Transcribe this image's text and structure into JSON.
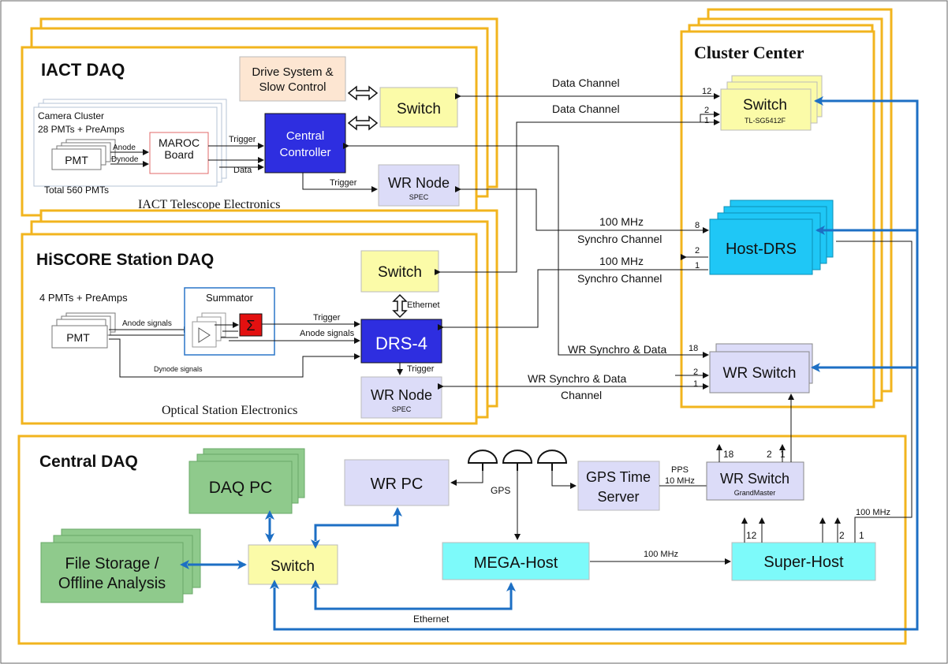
{
  "sections": {
    "iact": {
      "title": "IACT DAQ",
      "footer": "IACT Telescope Electronics"
    },
    "hiscore": {
      "title": "HiSCORE Station DAQ",
      "footer": "Optical Station  Electronics"
    },
    "central": {
      "title": "Central DAQ"
    },
    "cluster": {
      "title": "Cluster Center"
    }
  },
  "iact": {
    "camera_cluster_line1": "Camera Cluster",
    "camera_cluster_line2": "28 PMTs + PreAmps",
    "pmt": "PMT",
    "total_pmts": "Total 560 PMTs",
    "anode": "Anode",
    "dynode": "Dynode",
    "maroc_line1": "MAROC",
    "maroc_line2": "Board",
    "trigger_out": "Trigger",
    "data_out": "Data",
    "controller_line1": "Central",
    "controller_line2": "Controller",
    "drive_line1": "Drive System &",
    "drive_line2": "Slow Control",
    "switch": "Switch",
    "wr_node": "WR Node",
    "wr_node_sub": "SPEC",
    "trigger_to_wr": "Trigger"
  },
  "hiscore": {
    "pmts_label": "4 PMTs + PreAmps",
    "pmt": "PMT",
    "summator": "Summator",
    "sigma": "Σ",
    "anode_signals": "Anode signals",
    "dynode_signals": "Dynode signals",
    "trigger": "Trigger",
    "anode_signals_2": "Anode signals",
    "drs4": "DRS-4",
    "switch": "Switch",
    "ethernet": "Ethernet",
    "trigger_down": "Trigger",
    "wr_node": "WR Node",
    "wr_node_sub": "SPEC"
  },
  "cluster": {
    "switch": "Switch",
    "switch_sub": "TL-SG5412F",
    "host_drs": "Host-DRS",
    "wr_switch": "WR Switch",
    "port_12": "12",
    "port_2a": "2",
    "port_1a": "1",
    "port_8": "8",
    "port_2b": "2",
    "port_1b": "1",
    "port_18": "18",
    "port_2c": "2",
    "port_1c": "1"
  },
  "channels": {
    "data1": "Data Channel",
    "data2": "Data Channel",
    "sync1_a": "100 MHz",
    "sync1_b": "Synchro Channel",
    "sync2_a": "100 MHz",
    "sync2_b": "Synchro Channel",
    "wr1": "WR Synchro & Data",
    "wr2_a": "WR Synchro & Data",
    "wr2_b": "Channel"
  },
  "central": {
    "daq_pc": "DAQ PC",
    "file_storage_line1": "File Storage /",
    "file_storage_line2": "Offline Analysis",
    "switch": "Switch",
    "wr_pc": "WR PC",
    "gps": "GPS",
    "gps_server_line1": "GPS Time",
    "gps_server_line2": "Server",
    "pps": "PPS",
    "ten_mhz": "10 MHz",
    "wr_switch": "WR Switch",
    "wr_switch_sub": "GrandMaster",
    "port_18": "18",
    "port_2": "2",
    "port_1": "1",
    "mega_host": "MEGA-Host",
    "hundred_mhz": "100 MHz",
    "super_host": "Super-Host",
    "sh_12": "12",
    "sh_2": "2",
    "sh_1": "1",
    "sh_100mhz": "100 MHz",
    "ethernet": "Ethernet"
  },
  "colors": {
    "frame": "#f2b41e",
    "yellow_box": "#fbfba8",
    "blue_controller": "#2e2ee0",
    "lavender": "#dcdcf8",
    "cyan": "#7dfafa",
    "sky": "#1fc7f6",
    "green": "#8fca8c",
    "peach": "#fde6d2",
    "link_blue": "#1d6fc4"
  }
}
